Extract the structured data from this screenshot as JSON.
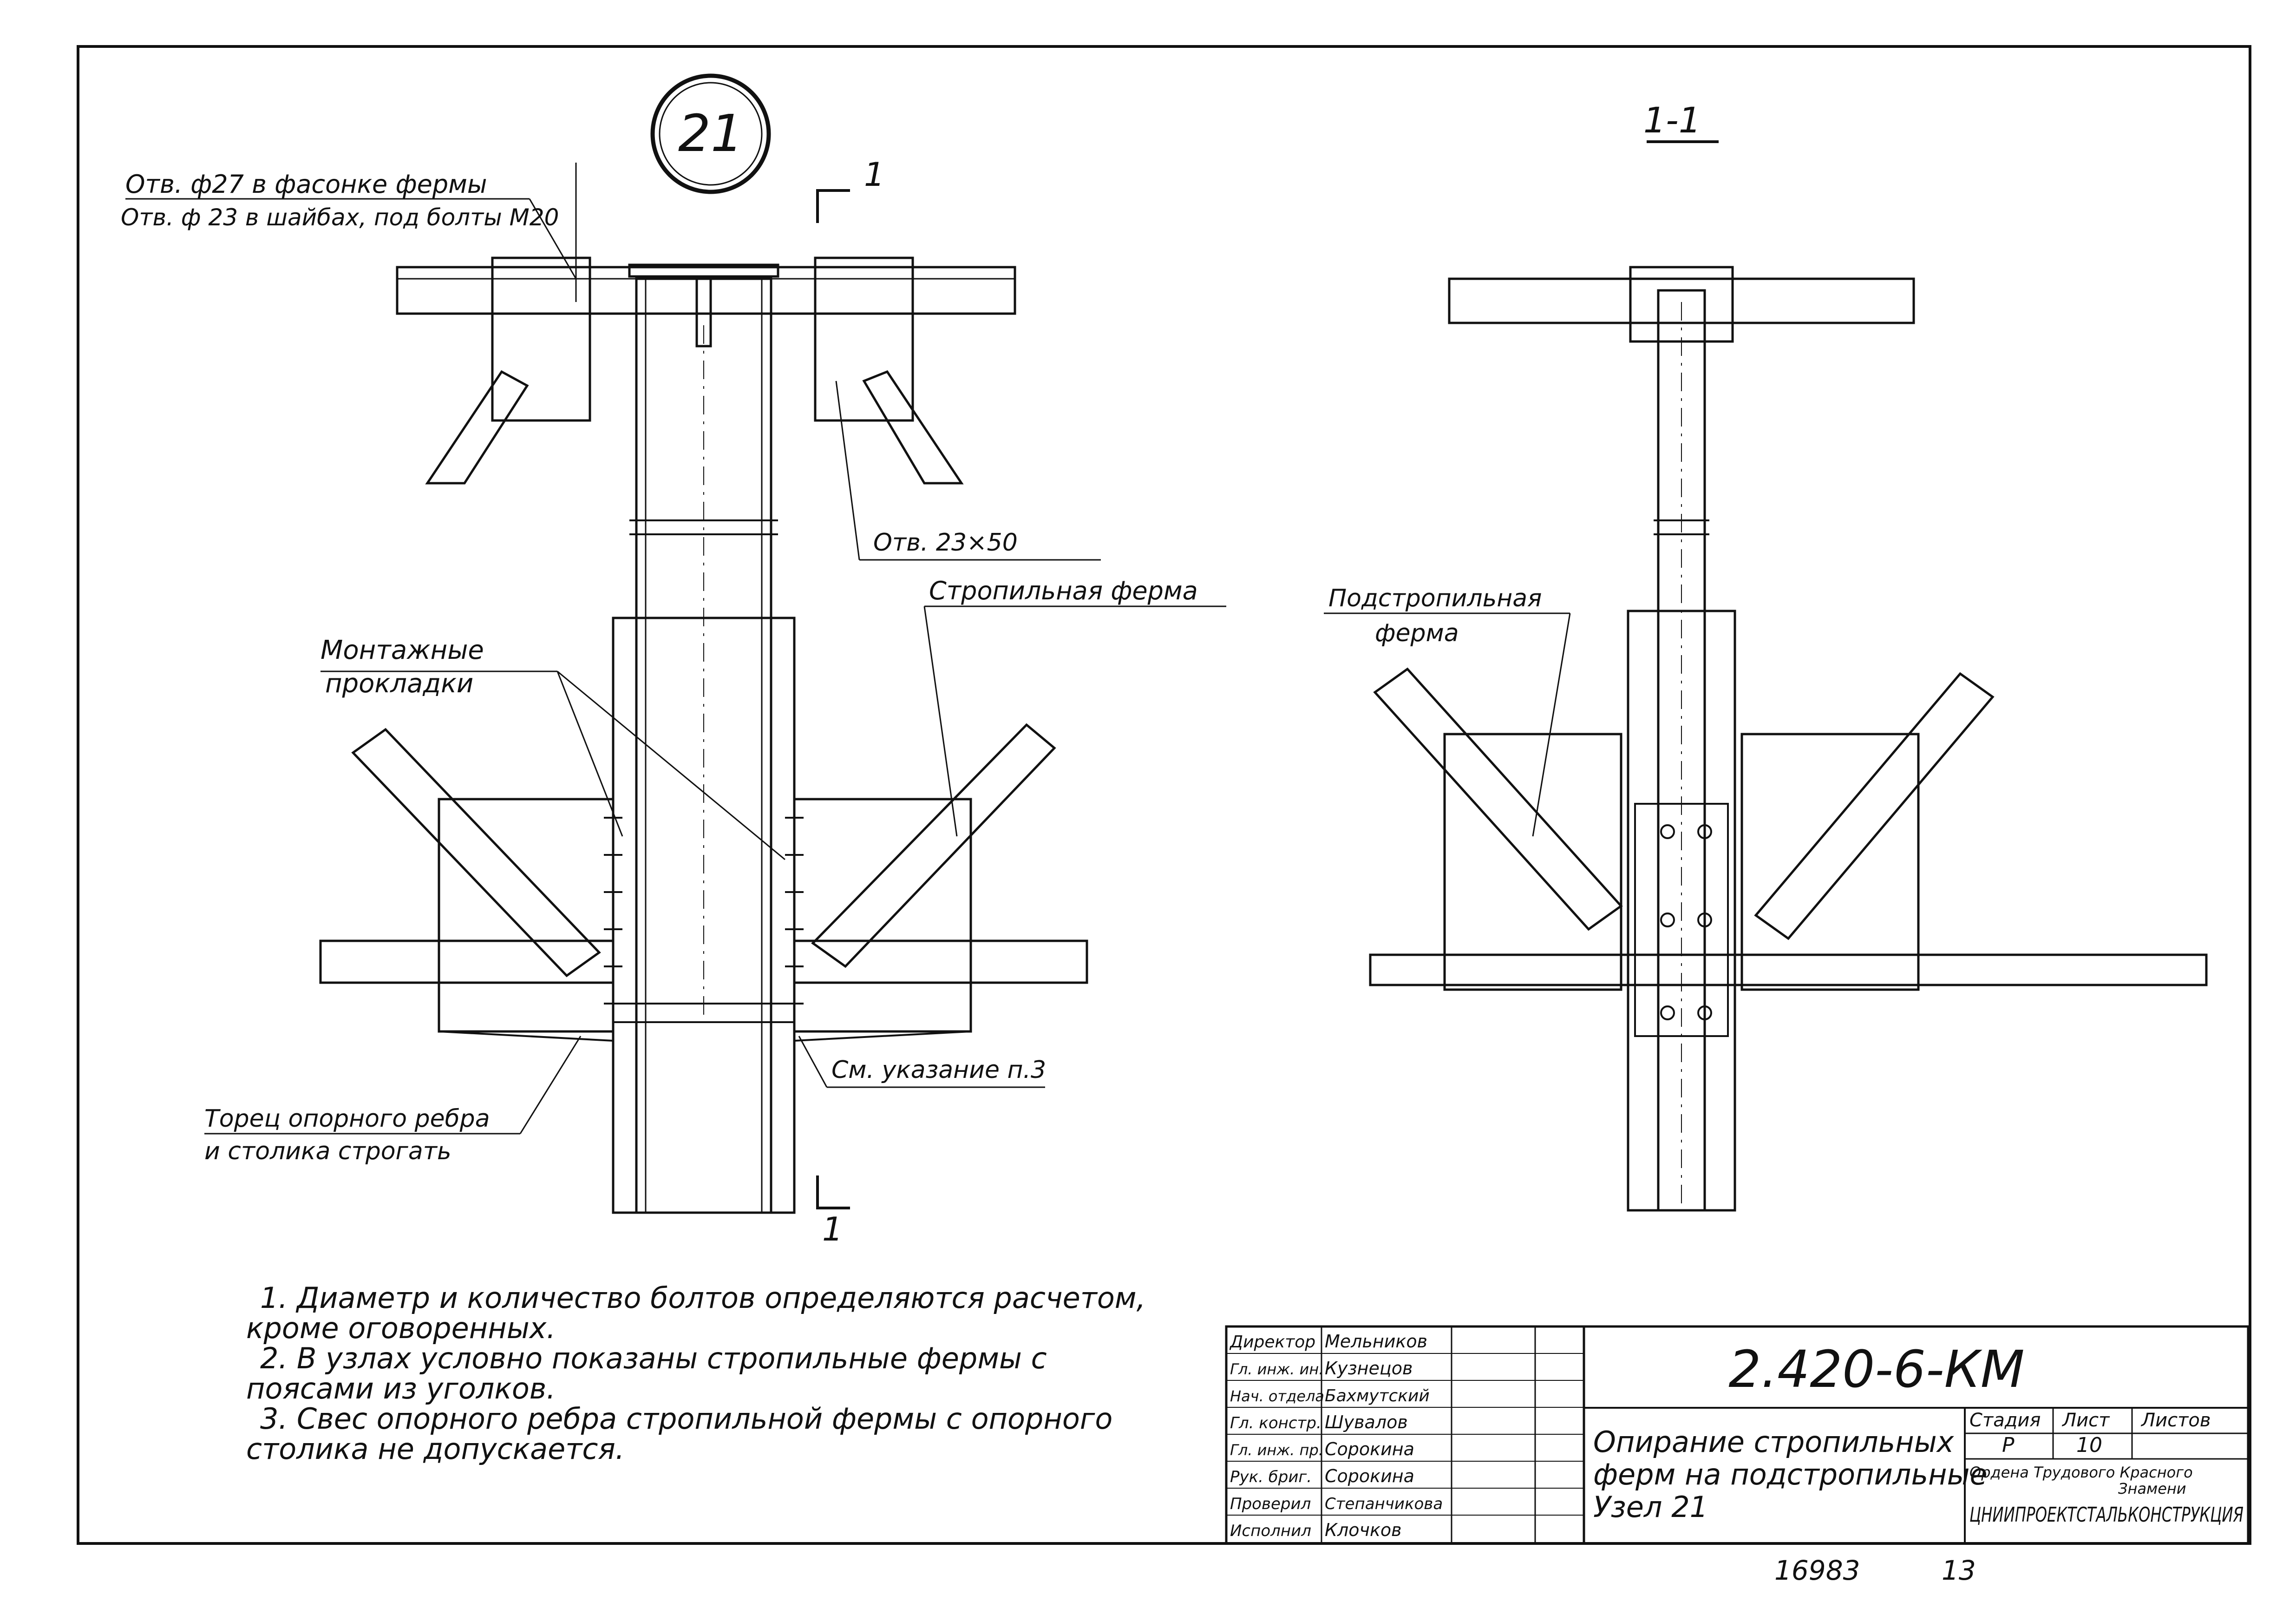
{
  "node_number": "21",
  "section_label": "1-1",
  "section_mark": "1",
  "callouts": {
    "holes_27": "Отв. ф27 в фасонке фермы",
    "holes_23": "Отв. ф 23 в шайбах, под болты М20",
    "slot": "Отв. 23×50",
    "truss": "Стропильная ферма",
    "shims_1": "Монтажные",
    "shims_2": "прокладки",
    "note3": "См. указание п.3",
    "plane_1": "Торец опорного ребра",
    "plane_2": "и столика строгать",
    "sub_truss_1": "Подстропильная",
    "sub_truss_2": "ферма"
  },
  "notes": [
    "1. Диаметр и количество болтов определяются расчетом,",
    "кроме оговоренных.",
    "2. В узлах условно показаны стропильные фермы с",
    "поясами из уголков.",
    "3. Свес опорного ребра стропильной фермы с опорного",
    "столика не допускается."
  ],
  "title_block": {
    "doc_code": "2.420-6-КМ",
    "title_1": "Опирание стропильных",
    "title_2": "ферм на подстропильные",
    "title_3": "Узел 21",
    "stage_header": "Стадия",
    "sheet_header": "Лист",
    "sheets_header": "Листов",
    "stage_value": "Р",
    "sheet_value": "10",
    "org_1": "Ордена   Трудового  Красного",
    "org_2": "Знамени",
    "org_3": "ЦНИИПРОЕКТСТАЛЬКОНСТРУКЦИЯ",
    "staff": [
      {
        "role": "Директор",
        "name": "Мельников"
      },
      {
        "role": "Гл. инж. ин.",
        "name": "Кузнецов"
      },
      {
        "role": "Нач. отдела",
        "name": "Бахмутский"
      },
      {
        "role": "Гл. констр.",
        "name": "Шувалов"
      },
      {
        "role": "Гл. инж. пр.",
        "name": "Сорокина"
      },
      {
        "role": "Рук. бриг.",
        "name": "Сорокина"
      },
      {
        "role": "Проверил",
        "name": "Степанчикова"
      },
      {
        "role": "Исполнил",
        "name": "Клочков"
      }
    ]
  },
  "footer": {
    "archive_no": "16983",
    "page_no": "13"
  }
}
